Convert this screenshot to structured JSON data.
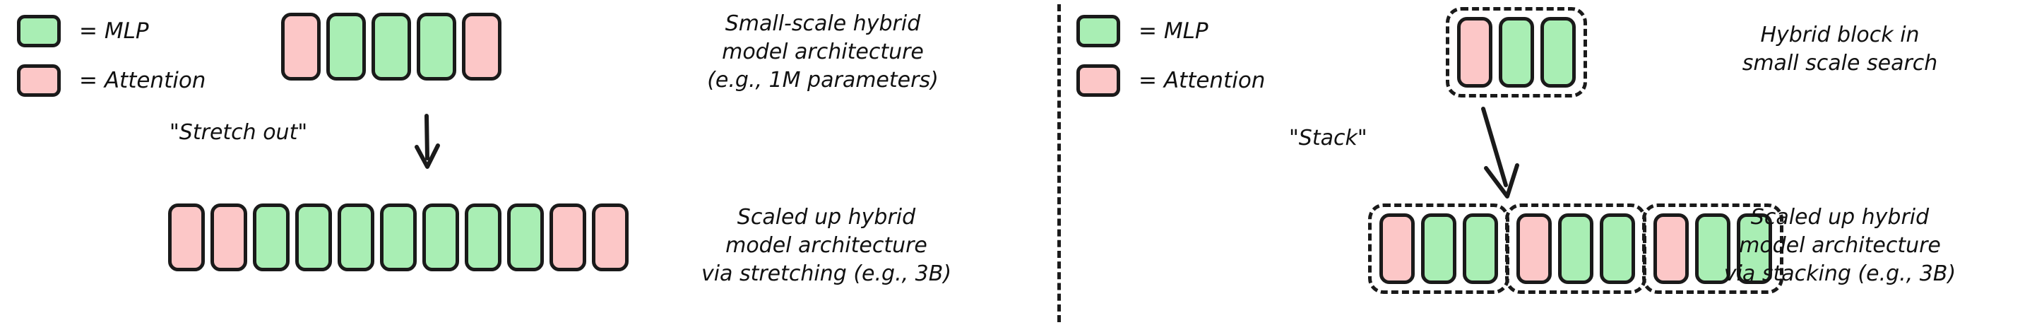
{
  "legend": {
    "mlp_label": "= MLP",
    "attention_label": "= Attention",
    "mlp_color": "#a9eeb4",
    "attention_color": "#fcc7c7"
  },
  "colors": {
    "mlp": "#a9eeb4",
    "attention": "#fcc7c7",
    "outline": "#1a1a1a",
    "background": "#ffffff"
  },
  "left_panel": {
    "small_model_row": {
      "blocks": [
        "attention",
        "mlp",
        "mlp",
        "mlp",
        "attention"
      ],
      "count": 5
    },
    "arrow_label": "\"Stretch out\"",
    "scaled_model_row": {
      "blocks": [
        "attention",
        "attention",
        "mlp",
        "mlp",
        "mlp",
        "mlp",
        "mlp",
        "mlp",
        "mlp",
        "attention",
        "attention"
      ],
      "count": 11
    },
    "caption_top": "Small-scale hybrid\nmodel architecture\n(e.g., 1M parameters)",
    "caption_bottom": "Scaled up hybrid\nmodel architecture\nvia stretching (e.g., 3B)"
  },
  "right_panel": {
    "hybrid_block": {
      "blocks": [
        "attention",
        "mlp",
        "mlp"
      ],
      "count": 3
    },
    "arrow_label": "\"Stack\"",
    "stacked_groups": [
      {
        "blocks": [
          "attention",
          "mlp",
          "mlp"
        ]
      },
      {
        "blocks": [
          "attention",
          "mlp",
          "mlp"
        ]
      },
      {
        "blocks": [
          "attention",
          "mlp",
          "mlp"
        ]
      }
    ],
    "caption_top": "Hybrid block in\nsmall scale search",
    "caption_bottom": "Scaled up hybrid\nmodel architecture\nvia stacking (e.g., 3B)"
  }
}
